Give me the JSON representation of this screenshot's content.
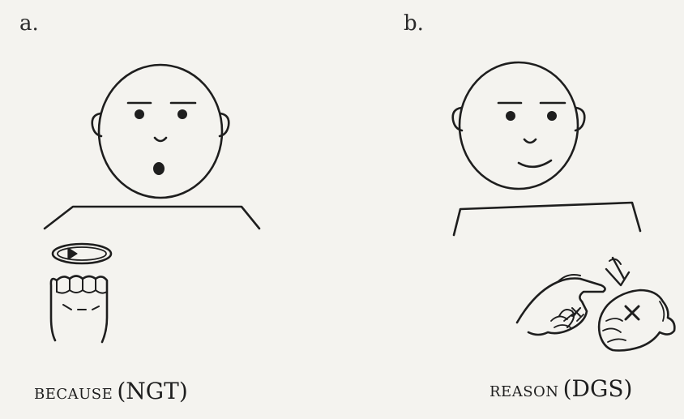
{
  "panels": [
    {
      "label": "a.",
      "gloss": "because",
      "language": "(NGT)"
    },
    {
      "label": "b.",
      "gloss": "reason",
      "language": "(DGS)"
    }
  ]
}
